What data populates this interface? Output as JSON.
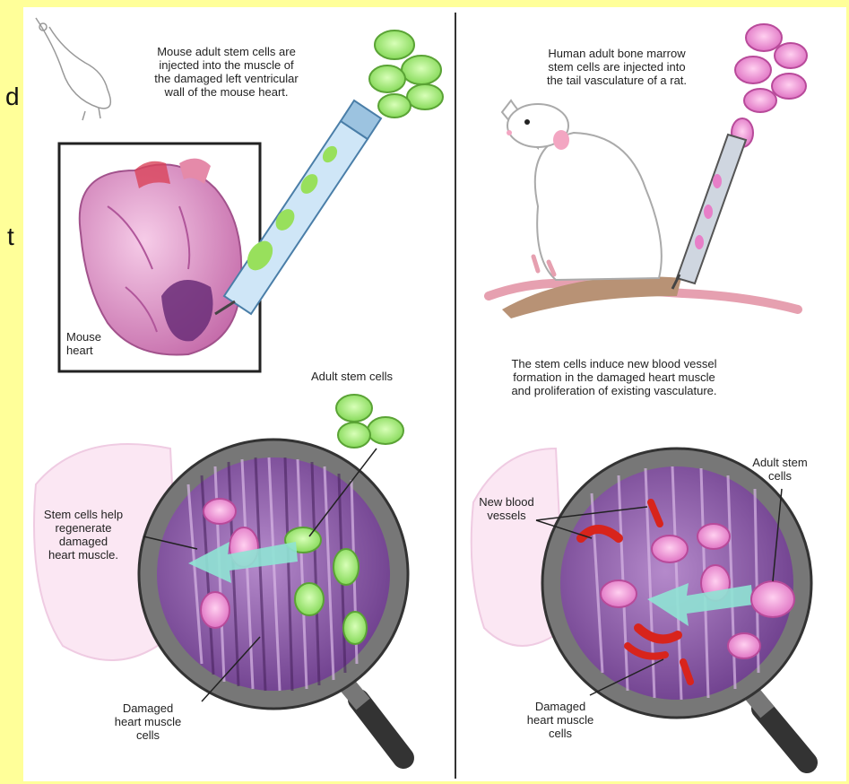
{
  "left_panel": {
    "injection_caption": "Mouse adult stem cells are\ninjected into the muscle of\nthe damaged left ventricular\nwall of the mouse heart.",
    "heart_label": "Mouse\nheart",
    "stem_cells_label": "Adult stem cells",
    "regeneration_caption": "Stem cells help\nregenerate\ndamaged\nheart muscle.",
    "damaged_label": "Damaged\nheart muscle\ncells"
  },
  "right_panel": {
    "injection_caption": "Human adult bone marrow\nstem cells are injected into\nthe tail vasculature of a rat.",
    "vessel_caption": "The stem cells induce new blood vessel\nformation in the damaged heart muscle\nand proliferation of existing vasculature.",
    "new_vessels_label": "New blood\nvessels",
    "stem_cells_label": "Adult stem\ncells",
    "damaged_label": "Damaged\nheart muscle\ncells"
  },
  "edge_marks": [
    "d",
    "t"
  ],
  "colors": {
    "background": "#ffff99",
    "stem_cell_green": "#9be36b",
    "stem_cell_pink": "#e77fc8",
    "muscle_purple": "#8a5ca8",
    "vessel_red": "#d8241c"
  }
}
